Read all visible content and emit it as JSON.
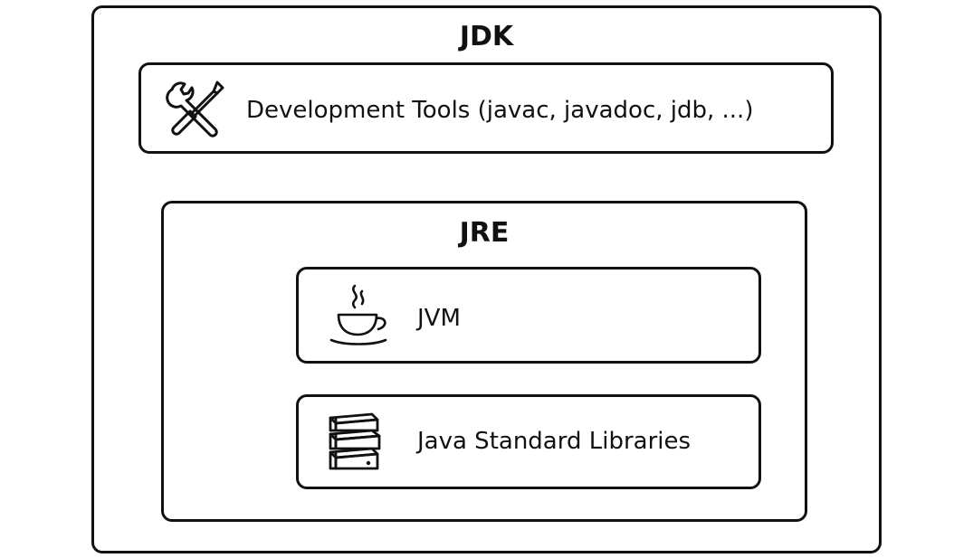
{
  "jdk": {
    "title": "JDK",
    "tools": {
      "label": "Development Tools (javac, javadoc, jdb, ...)",
      "icon": "wrench-screwdriver-icon"
    },
    "jre": {
      "title": "JRE",
      "jvm": {
        "label": "JVM",
        "icon": "coffee-cup-icon"
      },
      "libraries": {
        "label": "Java Standard Libraries",
        "icon": "books-icon"
      }
    }
  },
  "colors": {
    "stroke": "#111111",
    "background": "#ffffff"
  }
}
